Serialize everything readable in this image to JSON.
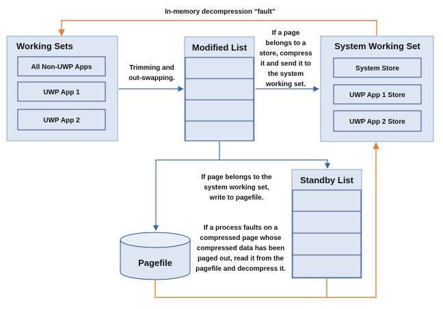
{
  "working_sets": {
    "title": "Working Sets",
    "items": [
      "All Non-UWP Apps",
      "UWP App 1",
      "UWP App 2"
    ]
  },
  "modified_list": {
    "title": "Modified List"
  },
  "system_working_set": {
    "title": "System Working Set",
    "items": [
      "System Store",
      "UWP App 1 Store",
      "UWP App 2 Store"
    ]
  },
  "standby_list": {
    "title": "Standby List"
  },
  "pagefile": {
    "title": "Pagefile"
  },
  "annotations": {
    "fault": "In-memory decompression “fault”",
    "trimming": [
      "Trimming and",
      "out-swapping."
    ],
    "compress": [
      "If a page",
      "belongs to a",
      "store, compress",
      "it and send it to",
      "the system",
      "working set."
    ],
    "pagefile_write": [
      "If page belongs to the",
      "system working set,",
      "write to pagefile."
    ],
    "fault_compressed": [
      "If a process faults on a",
      "compressed page whose",
      "compressed data has been",
      "paged out, read it from the",
      "pagefile and decompress it."
    ]
  },
  "colors": {
    "accent_orange": "#e0813b",
    "line_blue": "#3a66a8",
    "box_fill": "#dde6f2"
  }
}
